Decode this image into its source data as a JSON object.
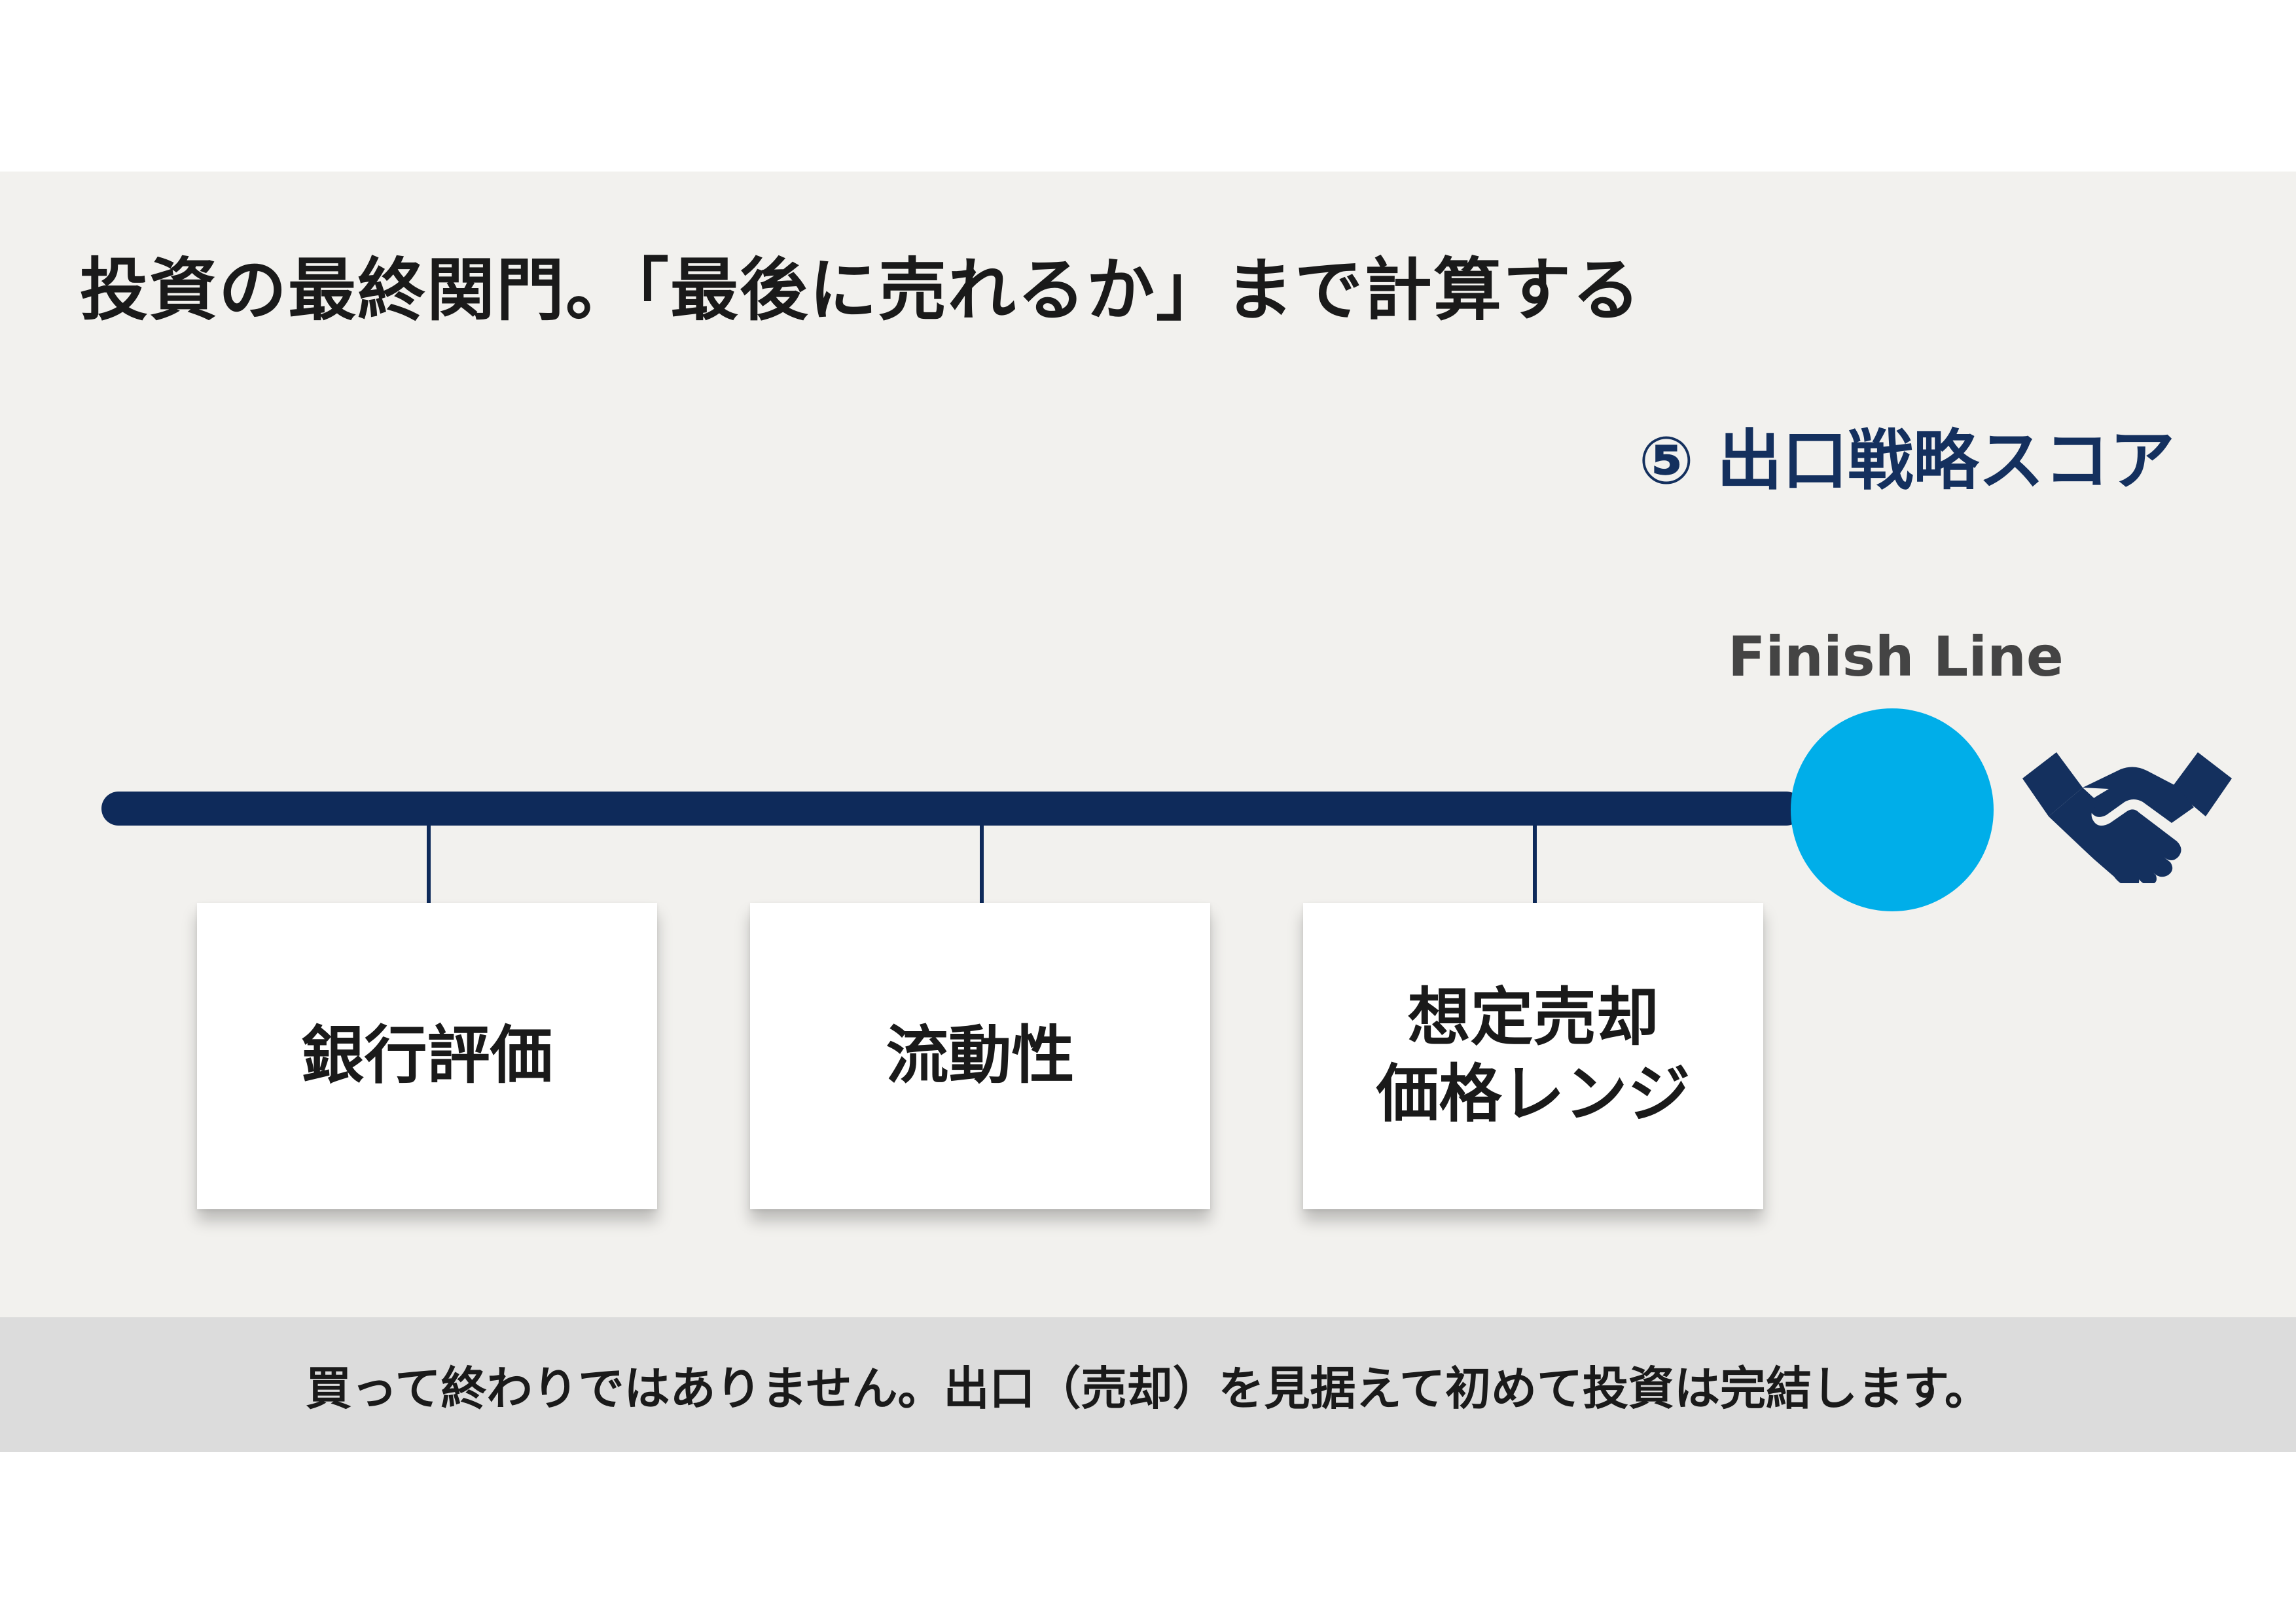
{
  "title": "投資の最終関門。「最後に売れるか」まで計算する",
  "section_label": "⑤ 出口戦略スコア",
  "finish": {
    "label": "Finish Line",
    "circle_color": "#00aee9",
    "icon": "handshake-icon"
  },
  "colors": {
    "timeline": "#0e2a5a",
    "background": "#f2f1ee",
    "footer": "#dcdcdc"
  },
  "cards": [
    {
      "label": "銀行評価"
    },
    {
      "label": "流動性"
    },
    {
      "label": "想定売却\n価格レンジ"
    }
  ],
  "footer": {
    "text": "買って終わりではありません。出口（売却）を見据えて初めて投資は完結します。"
  }
}
